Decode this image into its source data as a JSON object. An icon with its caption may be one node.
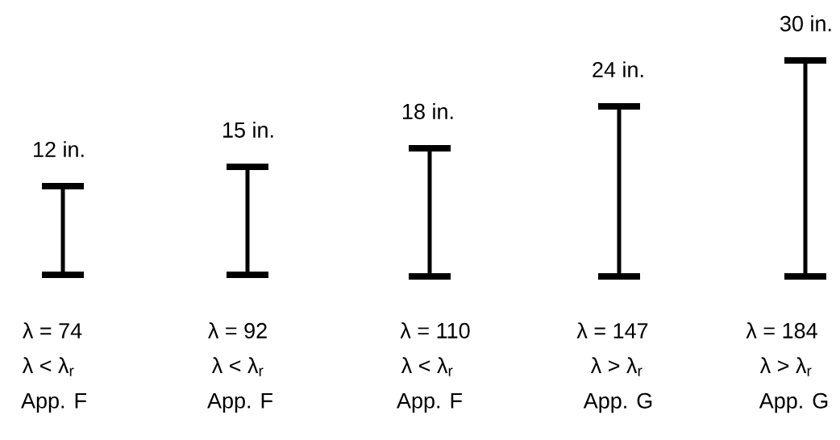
{
  "diagram": {
    "nodes": [
      {
        "text": [],
        "shape": "beam",
        "beside": [
          "12 in.",
          "λ = 74",
          "λ < λ$_{r}$",
          "App. F"
        ]
      },
      {
        "text": [],
        "shape": "beam",
        "beside": [
          "15 in.",
          "λ = 92",
          "λ < λ$_{r}$",
          "App. F"
        ]
      },
      {
        "text": [],
        "shape": "beam",
        "beside": [
          "18 in.",
          "λ = 110",
          "λ < λ$_{r}$",
          "App. F"
        ]
      },
      {
        "text": [],
        "shape": "beam",
        "beside": [
          "24 in.",
          "λ = 147",
          "λ > λ$_{r}$",
          "App. G"
        ]
      },
      {
        "text": [],
        "shape": "beam",
        "beside": [
          "30 in.",
          "λ = 184",
          "λ > λ$_{r}$",
          "App. G"
        ]
      }
    ]
  }
}
